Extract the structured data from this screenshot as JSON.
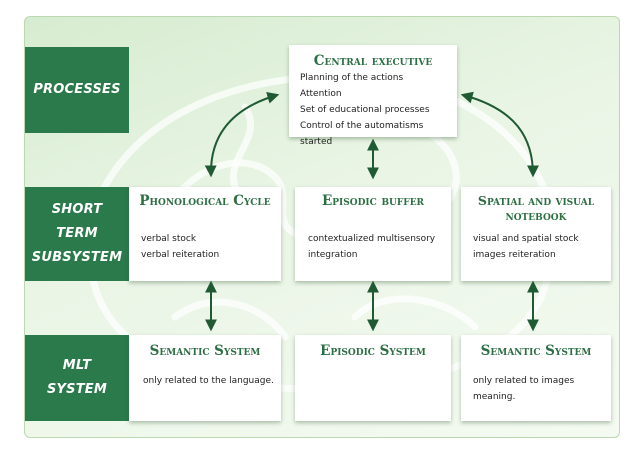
{
  "colors": {
    "label_bg": "#2b7a4b",
    "title_text": "#2b6f43",
    "arrow": "#1f5a33",
    "panel_bg": "#e2f2dc"
  },
  "rows": {
    "processes": "PROCESSES",
    "short_term": "SHORT\nTERM\nSUBSYSTEM",
    "mlt": "MLT\nSYSTEM"
  },
  "central": {
    "title": "Central executive",
    "lines": [
      "Planning of the actions",
      "Attention",
      "Set of educational processes",
      "Control of the automatisms started"
    ]
  },
  "short_term": [
    {
      "title": "Phonological Cycle",
      "lines": [
        "verbal stock",
        "verbal reiteration"
      ]
    },
    {
      "title": "Episodic buffer",
      "lines": [
        "contextualized multisensory",
        "integration"
      ]
    },
    {
      "title": "Spatial and visual notebook",
      "lines": [
        "visual and spatial stock",
        "images reiteration"
      ]
    }
  ],
  "mlt": [
    {
      "title": "Semantic System",
      "lines": [
        "only related to the language."
      ]
    },
    {
      "title": "Episodic System",
      "lines": []
    },
    {
      "title": "Semantic System",
      "lines": [
        "only related to images meaning."
      ]
    }
  ],
  "background_icon": "brain-icon"
}
